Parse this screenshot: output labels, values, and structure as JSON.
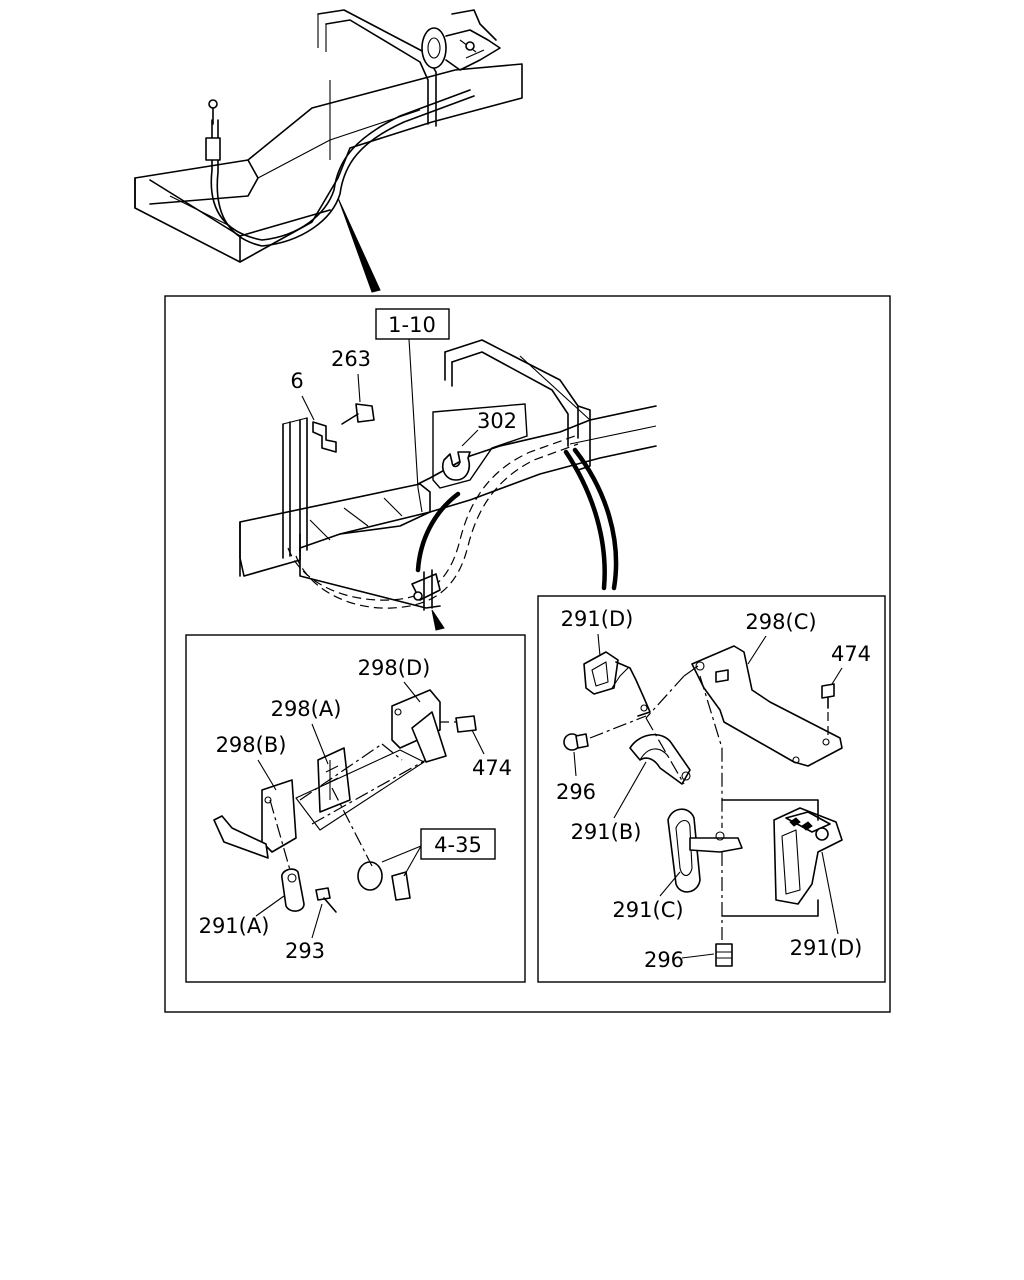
{
  "callouts": {
    "ref_1_10": "1-10",
    "ref_4_35": "4-35",
    "p263": "263",
    "p6": "6",
    "p302": "302",
    "left": {
      "p298d": "298(D)",
      "p298a": "298(A)",
      "p298b": "298(B)",
      "p474": "474",
      "p291a": "291(A)",
      "p293": "293"
    },
    "right": {
      "p291d_top": "291(D)",
      "p298c": "298(C)",
      "p474": "474",
      "p296_top": "296",
      "p291b": "291(B)",
      "p291c": "291(C)",
      "p296_bottom": "296",
      "p291d_bottom": "291(D)"
    }
  }
}
